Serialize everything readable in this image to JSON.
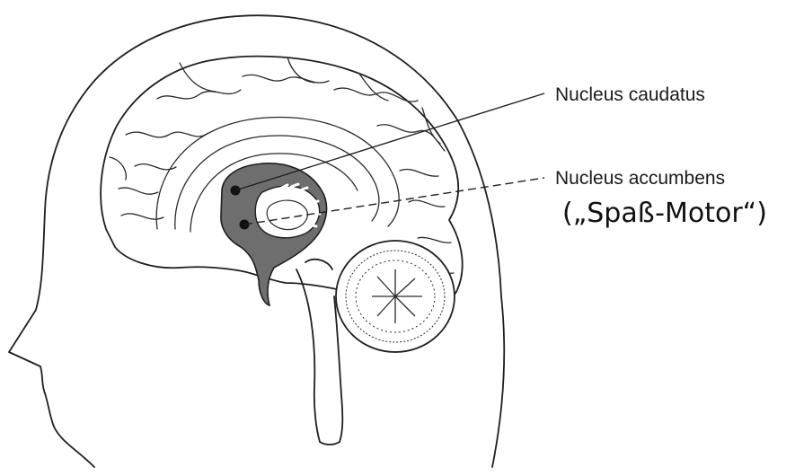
{
  "labels": {
    "nucleus_caudatus": "Nucleus caudatus",
    "nucleus_accumbens": "Nucleus accumbens",
    "spass_motor": "(„Spaß-Motor“)"
  },
  "colors": {
    "line": "#1f1f1f",
    "highlight": "#6e6e6e",
    "background": "#ffffff"
  }
}
